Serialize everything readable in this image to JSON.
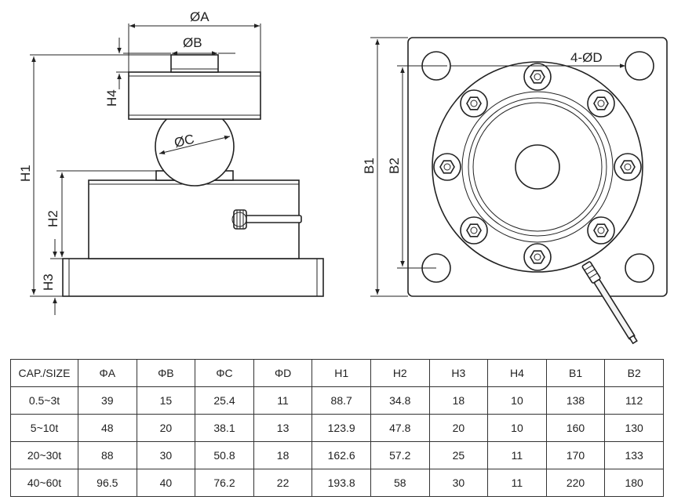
{
  "labels": {
    "dia_a": "ØA",
    "dia_b": "ØB",
    "dia_c": "ØC",
    "dia_d": "4-ØD",
    "h1": "H1",
    "h2": "H2",
    "h3": "H3",
    "h4": "H4",
    "b1": "B1",
    "b2": "B2"
  },
  "table": {
    "headers": [
      "CAP./SIZE",
      "ΦA",
      "ΦB",
      "ΦC",
      "ΦD",
      "H1",
      "H2",
      "H3",
      "H4",
      "B1",
      "B2"
    ],
    "rows": [
      [
        "0.5~3t",
        "39",
        "15",
        "25.4",
        "11",
        "88.7",
        "34.8",
        "18",
        "10",
        "138",
        "112"
      ],
      [
        "5~10t",
        "48",
        "20",
        "38.1",
        "13",
        "123.9",
        "47.8",
        "20",
        "10",
        "160",
        "130"
      ],
      [
        "20~30t",
        "88",
        "30",
        "50.8",
        "18",
        "162.6",
        "57.2",
        "25",
        "11",
        "170",
        "133"
      ],
      [
        "40~60t",
        "96.5",
        "40",
        "76.2",
        "22",
        "193.8",
        "58",
        "30",
        "11",
        "220",
        "180"
      ]
    ]
  }
}
